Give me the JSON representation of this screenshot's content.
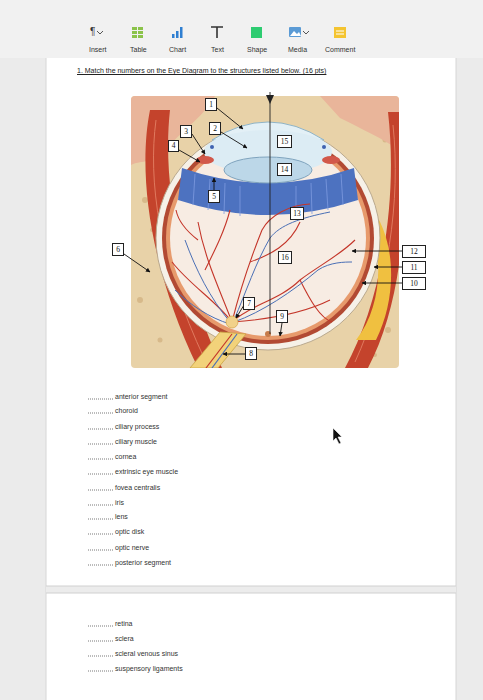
{
  "diagram": {
    "title": "1. Match the numbers on the Eye Diagram to the structures listed below. (16 pts)",
    "nodes": [
      {
        "text": [
          "1"
        ]
      },
      {
        "text": [
          "2"
        ]
      },
      {
        "text": [
          "3"
        ]
      },
      {
        "text": [
          "4"
        ]
      },
      {
        "text": [
          "5"
        ]
      },
      {
        "text": [
          "6"
        ]
      },
      {
        "text": [
          "7"
        ]
      },
      {
        "text": [
          "8"
        ]
      },
      {
        "text": [
          "9"
        ]
      },
      {
        "text": [
          "10"
        ]
      },
      {
        "text": [
          "11"
        ]
      },
      {
        "text": [
          "12"
        ]
      },
      {
        "text": [
          "13"
        ]
      },
      {
        "text": [
          "14"
        ]
      },
      {
        "text": [
          "15"
        ]
      },
      {
        "text": [
          "16"
        ]
      }
    ],
    "labels": [
      "¶",
      "Insert",
      "Table",
      "Chart",
      "Text",
      "Shape",
      "Media",
      "Comment",
      "anterior segment",
      "choroid",
      "ciliary process",
      "ciliary muscle",
      "cornea",
      "extrinsic eye muscle",
      "fovea centralis",
      "iris",
      "lens",
      "optic disk",
      "optic nerve",
      "posterior segment",
      "retina",
      "sclera",
      "scleral venous sinus",
      "suspensory ligaments"
    ]
  }
}
